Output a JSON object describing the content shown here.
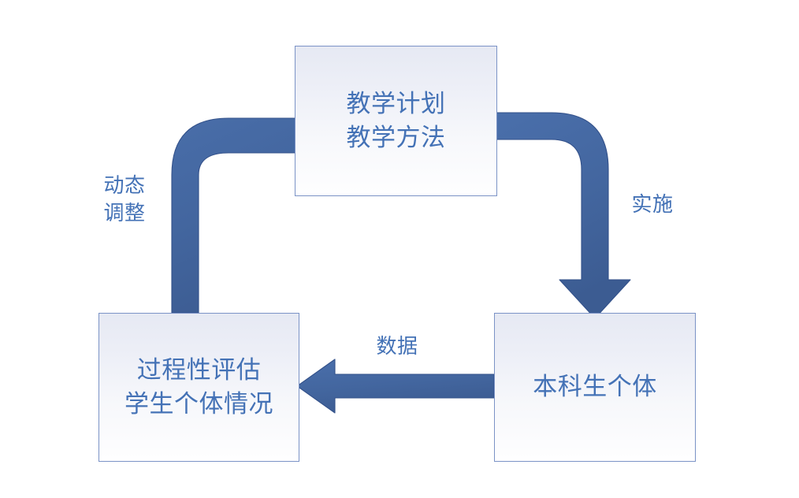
{
  "diagram": {
    "type": "cycle-flow",
    "title": "",
    "palette": {
      "arrow_fill": "#43669F",
      "arrow_stroke": "#33518A",
      "node_border": "#7B93C6",
      "node_fill_top": "#E6E9F3",
      "node_fill_bottom": "#FEFEFF",
      "text_blue": "#4472B6",
      "background": "#FFFFFF"
    },
    "nodes": [
      {
        "id": "plan",
        "label": "教学计划\n教学方法",
        "lines": [
          "教学计划",
          "教学方法"
        ],
        "position": "top-center"
      },
      {
        "id": "assessment",
        "label": "过程性评估\n学生个体情况",
        "lines": [
          "过程性评估",
          "学生个体情况"
        ],
        "position": "bottom-left"
      },
      {
        "id": "student",
        "label": "本科生个体",
        "lines": [
          "本科生个体"
        ],
        "position": "bottom-right"
      }
    ],
    "edges": [
      {
        "id": "implement",
        "label": "实施",
        "from": "plan",
        "to": "student",
        "shape": "elbow-curved-down",
        "direction": "down"
      },
      {
        "id": "data",
        "label": "数据",
        "from": "student",
        "to": "assessment",
        "shape": "straight",
        "direction": "left"
      },
      {
        "id": "adjust",
        "label": "动态\n调整",
        "lines": [
          "动态",
          "调整"
        ],
        "from": "assessment",
        "to": "plan",
        "shape": "elbow-curved-up",
        "direction": "right"
      }
    ]
  }
}
